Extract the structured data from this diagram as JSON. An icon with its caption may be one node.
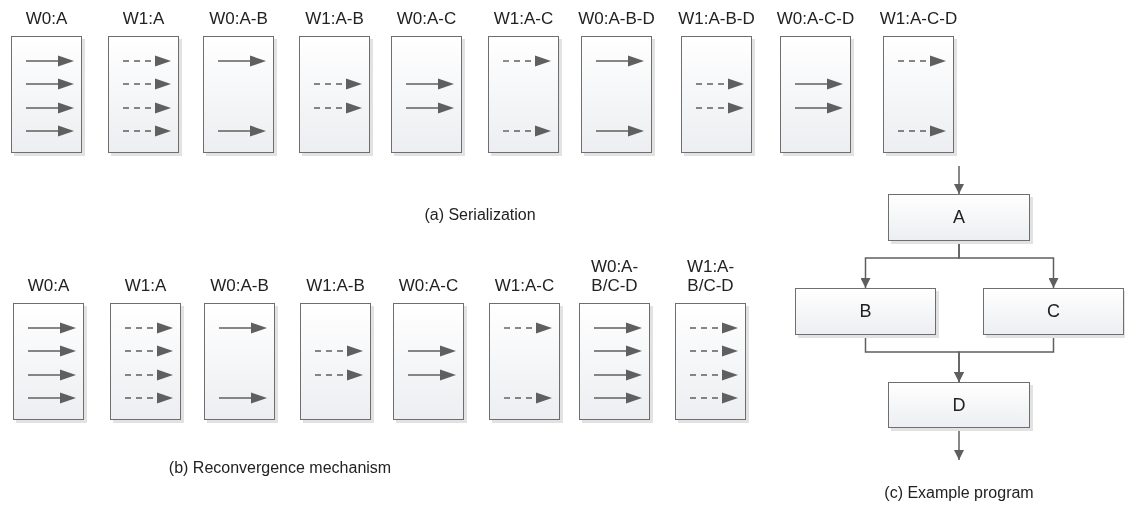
{
  "diagram": {
    "nodes": [
      {
        "text": [
          "W0:A"
        ]
      },
      {
        "text": [
          "W1:A"
        ]
      },
      {
        "text": [
          "W0:A-B"
        ]
      },
      {
        "text": [
          "W1:A-B"
        ]
      },
      {
        "text": [
          "W0:A-C"
        ]
      },
      {
        "text": [
          "W1:A-C"
        ]
      },
      {
        "text": [
          "W0:A-B-D"
        ]
      },
      {
        "text": [
          "W1:A-B-D"
        ]
      },
      {
        "text": [
          "W0:A-C-D"
        ]
      },
      {
        "text": [
          "W1:A-C-D"
        ]
      },
      {
        "text": [
          "W0:A"
        ]
      },
      {
        "text": [
          "W1:A"
        ]
      },
      {
        "text": [
          "W0:A-B"
        ]
      },
      {
        "text": [
          "W1:A-B"
        ]
      },
      {
        "text": [
          "W0:A-C"
        ]
      },
      {
        "text": [
          "W1:A-C"
        ]
      },
      {
        "text": [
          "W0:A-B/C-D"
        ]
      },
      {
        "text": [
          "W1:A-B/C-D"
        ]
      },
      {
        "text": [
          "A"
        ]
      },
      {
        "text": [
          "B"
        ]
      },
      {
        "text": [
          "C"
        ]
      },
      {
        "text": [
          "D"
        ]
      }
    ],
    "edges": [
      {
        "from": null,
        "to": 18,
        "arrow": "to"
      },
      {
        "from": 18,
        "to": 19,
        "arrow": "to"
      },
      {
        "from": 18,
        "to": 20,
        "arrow": "to"
      },
      {
        "from": 19,
        "to": 21,
        "arrow": "to"
      },
      {
        "from": 20,
        "to": 21,
        "arrow": "to"
      },
      {
        "from": 21,
        "to": null,
        "arrow": "to"
      }
    ],
    "labels": [
      "(a) Serialization",
      "(b) Reconvergence mechanism",
      "(c) Example program"
    ]
  }
}
